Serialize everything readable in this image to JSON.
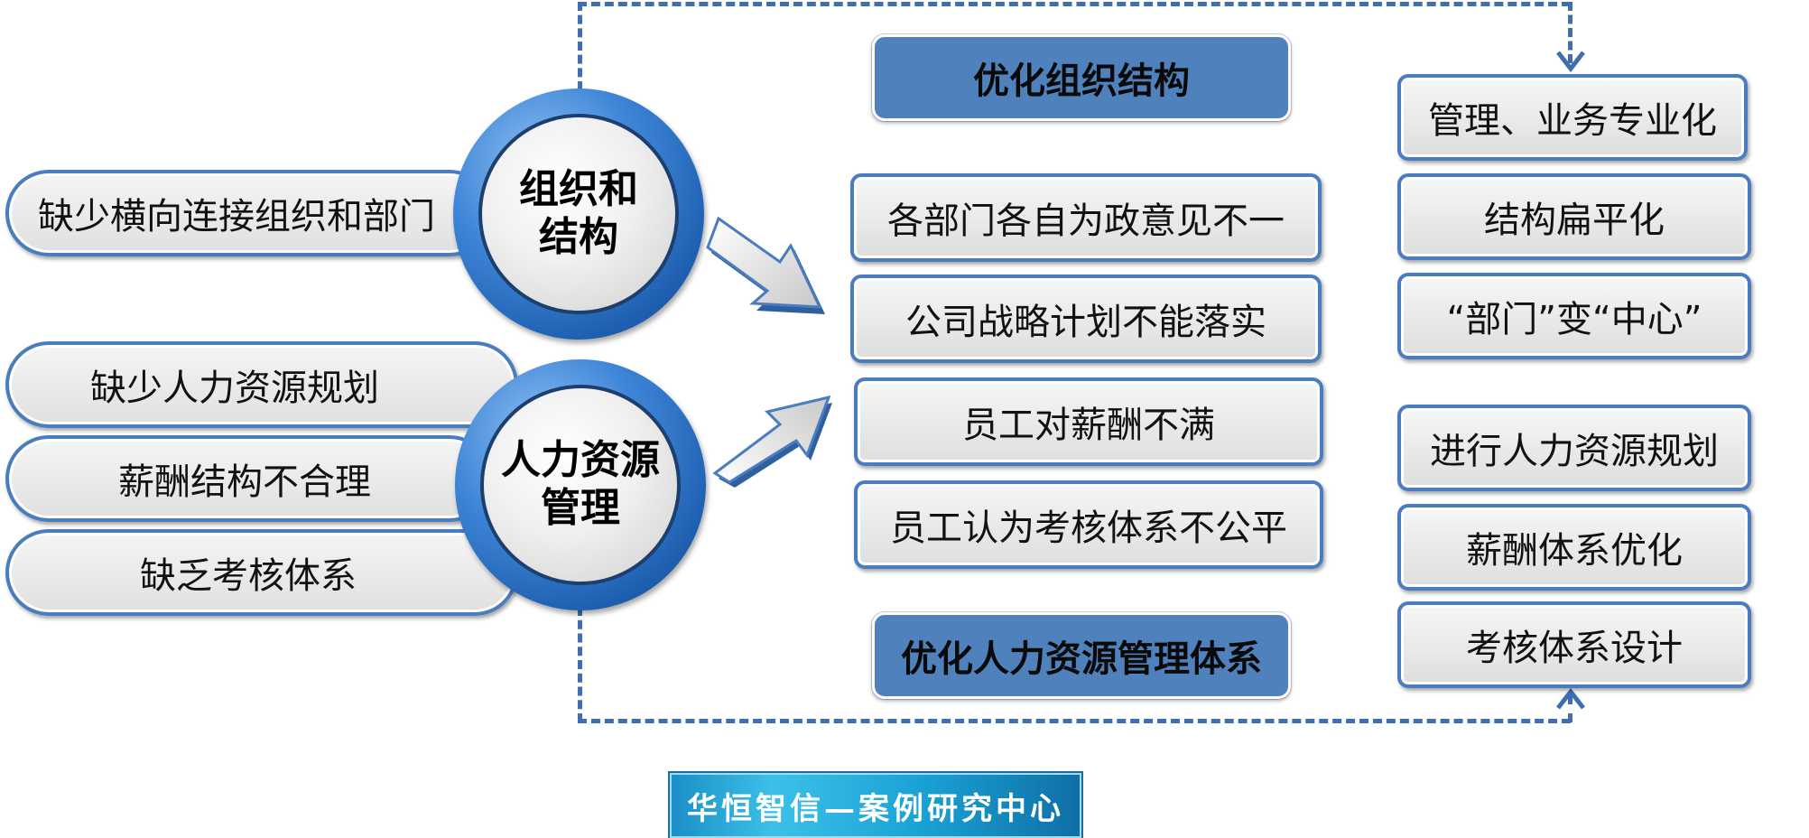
{
  "left_problems": {
    "org": [
      "缺少横向连接组织和部门"
    ],
    "hr": [
      "缺少人力资源规划",
      "薪酬结构不合理",
      "缺乏考核体系"
    ]
  },
  "circles": {
    "org_label_line1": "组织和",
    "org_label_line2": "结构",
    "hr_label_line1": "人力资源",
    "hr_label_line2": "管理"
  },
  "center": {
    "top_header": "优化组织结构",
    "bottom_header": "优化人力资源管理体系",
    "symptoms": [
      "各部门各自为政意见不一",
      "公司战略计划不能落实",
      "员工对薪酬不满",
      "员工认为考核体系不公平"
    ]
  },
  "right_solutions": {
    "org": [
      "管理、业务专业化",
      "结构扁平化",
      "“部门”变“中心”"
    ],
    "hr": [
      "进行人力资源规划",
      "薪酬体系优化",
      "考核体系设计"
    ]
  },
  "footer": {
    "label": "华恒智信—案例研究中心"
  },
  "colors": {
    "accent": "#4a7cc0",
    "header_fill": "#4f81bd",
    "dash": "#3f6fb0"
  }
}
